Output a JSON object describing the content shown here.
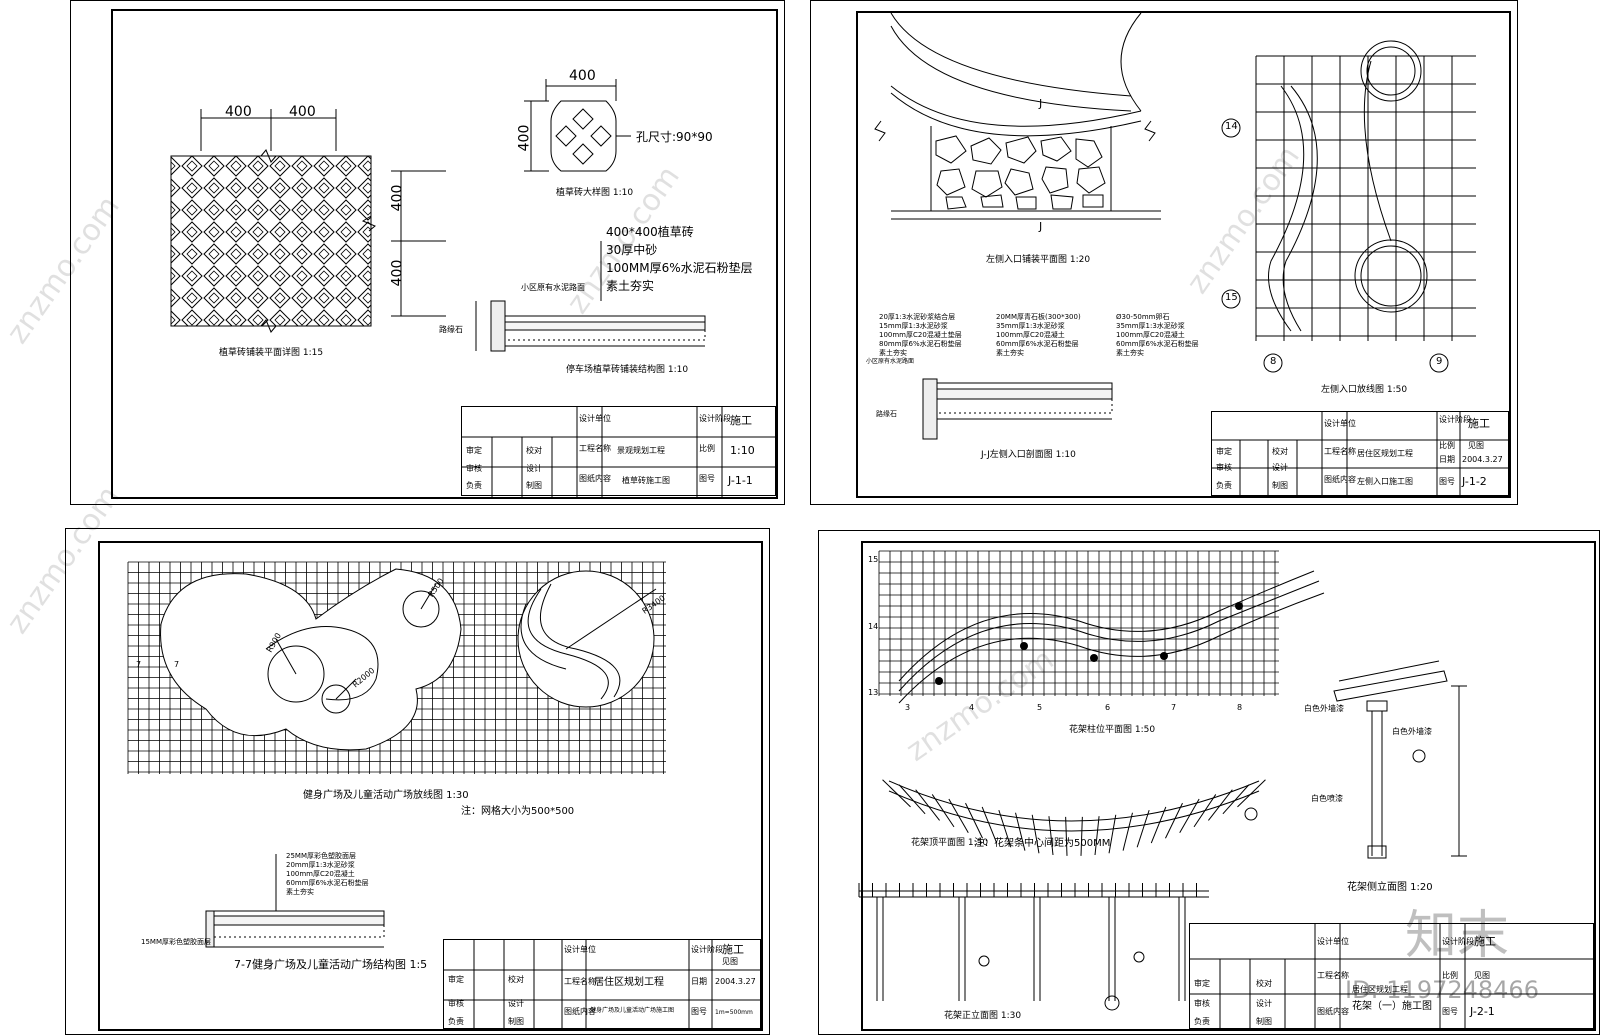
{
  "s1": {
    "dim_a": "400",
    "dim_b": "400",
    "dim_c": "400",
    "dim_d": "400",
    "dim_e": "400",
    "dim_f": "400",
    "hole": "孔尺寸:90*90",
    "brick_cap": "植草砖大样图 1:10",
    "plan_cap": "植草砖铺装平面详图 1:15",
    "sect_cap": "停车场植草砖铺装结构图 1:10",
    "layers": [
      "400*400植草砖",
      "30厚中砂",
      "100MM厚6%水泥石粉垫层",
      "素土夯实"
    ],
    "left_label": "小区原有水泥路面",
    "curb": "路缘石",
    "tb_r1": "施工",
    "tb_r2": "1:10",
    "tb_r3": "J-1-1",
    "tb_title": "植草砖施工图",
    "tb_proj": "景观规划工程",
    "tb_people": [
      "审定",
      "审核",
      "负责",
      "校对",
      "设计",
      "制图"
    ],
    "tb_fields": [
      "设计单位",
      "工程名称",
      "图纸内容",
      "设计阶段",
      "比例",
      "图号"
    ]
  },
  "s2": {
    "plan_cap": "左侧入口铺装平面图 1:20",
    "sect_cap": "J-J左侧入口剖面图 1:10",
    "grid_cap": "左侧入口放线图 1:50",
    "mark_j": "J",
    "mark_j2": "J",
    "axis": [
      "14",
      "15",
      "8",
      "9"
    ],
    "left_layers": [
      "20厚1:3水泥砂浆结合层",
      "15mm厚1:3水泥砂浆",
      "100mm厚C20混凝土垫层",
      "80mm厚6%水泥石粉垫层",
      "素土夯实"
    ],
    "mid_layers": [
      "20MM厚青石板(300*300)",
      "35mm厚1:3水泥砂浆",
      "100mm厚C20混凝土",
      "60mm厚6%水泥石粉垫层",
      "素土夯实"
    ],
    "right_layers": [
      "Ø30-50mm卵石",
      "35mm厚1:3水泥砂浆",
      "100mm厚C20混凝土",
      "60mm厚6%水泥石粉垫层",
      "素土夯实"
    ],
    "left_label": "小区原有水泥路面",
    "curb": "路缘石",
    "tb_r1": "施工",
    "tb_r2": "见图",
    "tb_r3": "J-1-2",
    "tb_date": "2004.3.27",
    "tb_title": "左侧入口施工图",
    "tb_proj": "居住区规划工程",
    "tb_people": [
      "审定",
      "审核",
      "负责",
      "校对",
      "设计",
      "制图"
    ],
    "tb_fields": [
      "设计单位",
      "工程名称",
      "图纸内容",
      "设计阶段",
      "比例",
      "日期",
      "图号"
    ]
  },
  "s3": {
    "grid_cap": "健身广场及儿童活动广场放线图 1:30",
    "grid_note": "注：网格大小为500*500",
    "sect_cap": "7-7健身广场及儿童活动广场结构图 1:5",
    "layers": [
      "25MM厚彩色塑胶面层",
      "20mm厚1:3水泥砂浆",
      "100mm厚C20混凝土",
      "60mm厚6%水泥石粉垫层",
      "素土夯实"
    ],
    "left_label": "15MM厚彩色塑胶面层",
    "mark7": "7",
    "mark7b": "7",
    "r_labels": [
      "R900",
      "R2000",
      "R500",
      "R3400"
    ],
    "tb_r1": "施工",
    "tb_r2": "见图",
    "tb_r3": "2004.3.27",
    "tb_title": "健身广场及儿童活动广场施工图",
    "tb_proj": "居住区规划工程",
    "tb_scale": "1m=500mm",
    "tb_people": [
      "审定",
      "审核",
      "负责",
      "校对",
      "设计",
      "制图"
    ],
    "tb_fields": [
      "设计单位",
      "工程名称",
      "图纸内容",
      "设计阶段",
      "日期",
      "图号"
    ]
  },
  "s4": {
    "plan_cap": "花架柱位平面图 1:50",
    "top_cap": "花架顶平面图 1:50",
    "top_note": "注：花架条中心间距为500MM",
    "front_cap": "花架正立面图 1:30",
    "side_cap": "花架侧立面图 1:20",
    "paint1": "白色外墙漆",
    "paint2": "白色外墙漆",
    "paint3": "白色喷漆",
    "axis_bottom": [
      "3",
      "4",
      "5",
      "6",
      "7",
      "8"
    ],
    "axis_left": [
      "15",
      "14",
      "13"
    ],
    "tb_r1": "施工",
    "tb_r2": "见图",
    "tb_r3": "J-2-1",
    "tb_title": "花架（一）施工图",
    "tb_proj": "居住区规划工程",
    "tb_people": [
      "审定",
      "审核",
      "负责",
      "校对",
      "设计",
      "制图"
    ],
    "tb_fields": [
      "设计单位",
      "工程名称",
      "图纸内容",
      "设计阶段",
      "比例",
      "图号"
    ]
  },
  "brand": "知末",
  "id_text": "ID: 1197248466",
  "wm": "znzmo.com"
}
